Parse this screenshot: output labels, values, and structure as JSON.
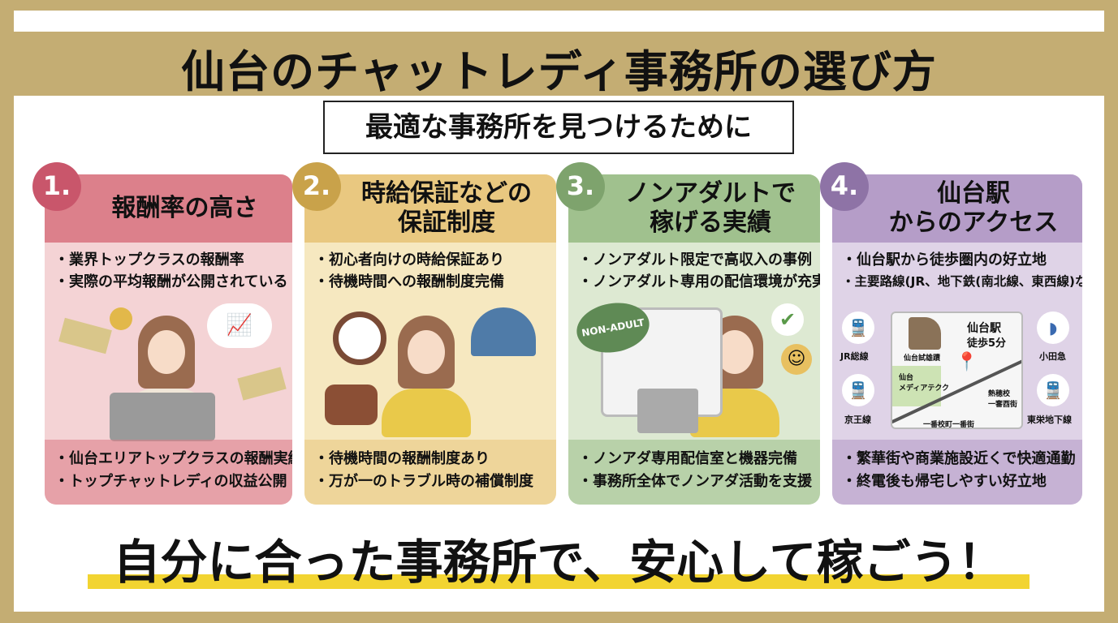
{
  "title": "仙台のチャットレディ事務所の選び方",
  "subtitle": "最適な事務所を見つけるために",
  "tagline": "自分に合った事務所で、安心して稼ごう！",
  "colors": {
    "background": "#c4ad73",
    "underline": "#f2d431"
  },
  "cards": [
    {
      "number": "1.",
      "title": "報酬率の高さ",
      "bullets": [
        "・業界トップクラスの報酬率",
        "・実際の平均報酬が公開されている"
      ],
      "bottom": [
        "・仙台エリアトップクラスの報酬実績",
        "・トップチャットレディの収益公開"
      ],
      "colors": {
        "head": "#dc808b",
        "body": "#f4d3d5",
        "badge": "#c9566b"
      }
    },
    {
      "number": "2.",
      "title": "時給保証などの\n保証制度",
      "bullets": [
        "・初心者向けの時給保証あり",
        "・待機時間への報酬制度完備"
      ],
      "bottom": [
        "・待機時間の報酬制度あり",
        "・万が一のトラブル時の補償制度"
      ],
      "colors": {
        "head": "#e9c880",
        "body": "#f6e8c0",
        "badge": "#c9a24a"
      }
    },
    {
      "number": "3.",
      "title": "ノンアダルトで\n稼げる実績",
      "bullets": [
        "・ノンアダルト限定で高収入の事例",
        "・ノンアダルト専用の配信環境が充実"
      ],
      "bottom": [
        "・ノンアダ専用配信室と機器完備",
        "・事務所全体でノンアダ活動を支援"
      ],
      "stamp": "NON-ADULT",
      "colors": {
        "head": "#a0c18e",
        "body": "#dde9d2",
        "badge": "#7ea36d"
      }
    },
    {
      "number": "4.",
      "title": "仙台駅\nからのアクセス",
      "bullets": [
        "・仙台駅から徒歩圏内の好立地",
        "・主要路線(JR、地下鉄(南北線、東西線)など)利用可"
      ],
      "bottom": [
        "・繁華街や商業施設近くで快適通勤",
        "・終電後も帰宅しやすい好立地"
      ],
      "map": {
        "station": "仙台駅",
        "walk": "徒歩5分",
        "landmarks": [
          "仙台試雄蹟",
          "仙台\nメディアテクク",
          "熱穂校\n一審酉街",
          "一番校町一番街"
        ],
        "lines": [
          "JR総線",
          "小田急",
          "京王線",
          "東栄地下線"
        ]
      },
      "colors": {
        "head": "#b59dc8",
        "body": "#dfd3e7",
        "badge": "#8e73a6"
      }
    }
  ]
}
